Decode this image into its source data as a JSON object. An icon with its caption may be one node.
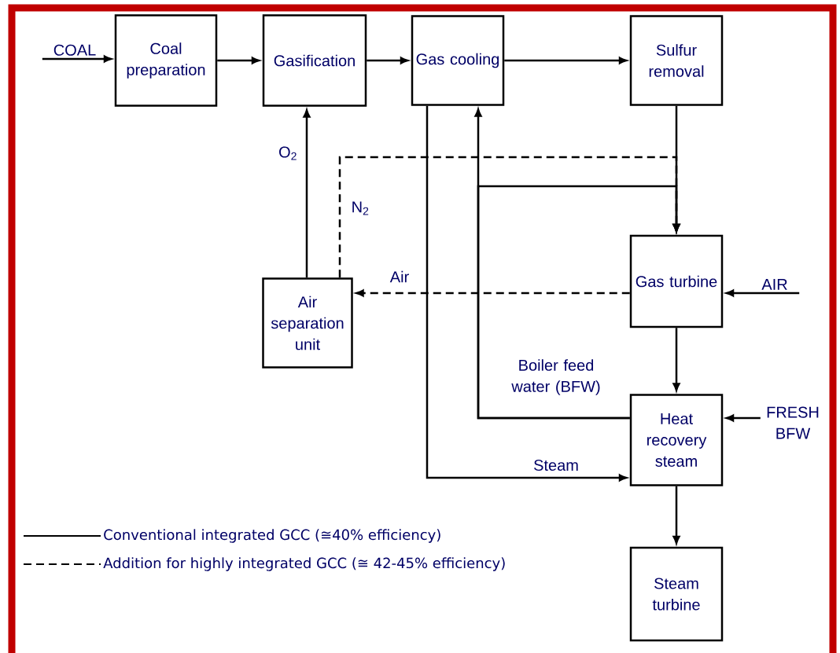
{
  "diagram": {
    "nodes": [
      {
        "text": [
          "COAL"
        ]
      },
      {
        "text": [
          "Coal preparation"
        ]
      },
      {
        "text": [
          "Gasification"
        ]
      },
      {
        "text": [
          "Gas cooling"
        ]
      },
      {
        "text": [
          "Sulfur removal"
        ]
      },
      {
        "text": [
          "Air separation unit"
        ]
      },
      {
        "text": [
          "Gas turbine"
        ]
      },
      {
        "text": [
          "AIR"
        ]
      },
      {
        "text": [
          "Heat recovery steam"
        ]
      },
      {
        "text": [
          "FRESH BFW"
        ]
      },
      {
        "text": [
          "Steam turbine"
        ]
      }
    ],
    "edges": [
      {
        "from": 0,
        "to": 1,
        "arrow": "to"
      },
      {
        "from": 1,
        "to": 2,
        "arrow": "to"
      },
      {
        "from": 2,
        "to": 3,
        "arrow": "to"
      },
      {
        "from": 3,
        "to": 4,
        "arrow": "to"
      },
      {
        "from": 5,
        "to": 2,
        "arrow": "to",
        "label": "O$_{2}$"
      },
      {
        "from": 5,
        "to": 6,
        "arrow": "to",
        "label": "N$_{2}$",
        "style": "dashed"
      },
      {
        "from": 6,
        "to": 5,
        "arrow": "to",
        "label": "Air",
        "style": "dashed"
      },
      {
        "from": 4,
        "to": 6,
        "arrow": "to"
      },
      {
        "from": 8,
        "to": 3,
        "arrow": "to",
        "label": "Boiler feed water (BFW)"
      },
      {
        "from": 8,
        "to": 6,
        "arrow": "to"
      },
      {
        "from": 3,
        "to": 8,
        "arrow": "to",
        "label": "Steam"
      },
      {
        "from": 7,
        "to": 6,
        "arrow": "to"
      },
      {
        "from": 6,
        "to": 8,
        "arrow": "to"
      },
      {
        "from": 9,
        "to": 8,
        "arrow": "to"
      },
      {
        "from": 8,
        "to": 10,
        "arrow": "to"
      }
    ],
    "legend": [
      {
        "text": "Conventional integrated GCC (≅40% efficiency)"
      },
      {
        "text": "Addition for highly integrated GCC (≅ 42-45% efficiency)"
      }
    ]
  }
}
